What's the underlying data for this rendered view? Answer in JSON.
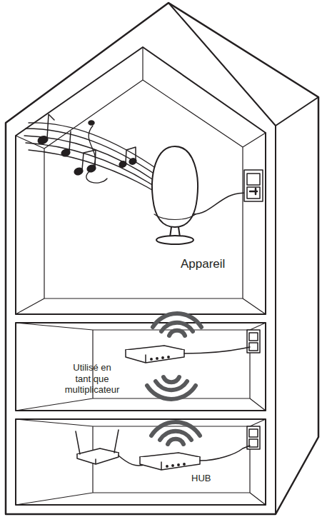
{
  "diagram": {
    "labels": [
      "Appareil",
      "Utilisé en tant que multiplicateur",
      "HUB"
    ]
  }
}
